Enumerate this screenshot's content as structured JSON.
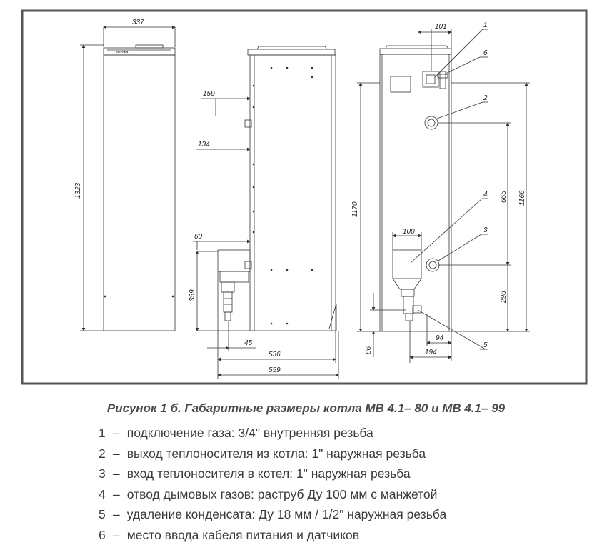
{
  "drawing": {
    "brand_text": "GEFFEN",
    "dimensions": {
      "front_width": "337",
      "front_height": "1323",
      "side_159": "159",
      "side_134": "134",
      "side_60": "60",
      "side_359": "359",
      "side_45": "45",
      "side_536": "536",
      "side_559": "559",
      "back_101": "101",
      "back_100": "100",
      "back_1170": "1170",
      "back_665": "665",
      "back_1166": "1166",
      "back_298": "298",
      "back_86": "86",
      "back_94": "94",
      "back_194": "194"
    },
    "callouts": [
      "1",
      "6",
      "2",
      "4",
      "3",
      "5"
    ]
  },
  "caption": "Рисунок 1 б. Габаритные размеры котла МВ 4.1– 80 и МВ 4.1– 99",
  "legend": [
    {
      "num": "1",
      "dash": "–",
      "text": "подключение газа: 3/4\" внутренняя резьба"
    },
    {
      "num": "2",
      "dash": "–",
      "text": "выход теплоносителя из котла: 1\" наружная резьба"
    },
    {
      "num": "3",
      "dash": "–",
      "text": "вход теплоносителя в котел: 1\" наружная резьба"
    },
    {
      "num": "4",
      "dash": "–",
      "text": "отвод дымовых газов: раструб Ду 100 мм с манжетой"
    },
    {
      "num": "5",
      "dash": "–",
      "text": "удаление конденсата: Ду 18 мм / 1/2\" наружная резьба"
    },
    {
      "num": "6",
      "dash": "–",
      "text": "место ввода кабеля питания и датчиков"
    }
  ]
}
